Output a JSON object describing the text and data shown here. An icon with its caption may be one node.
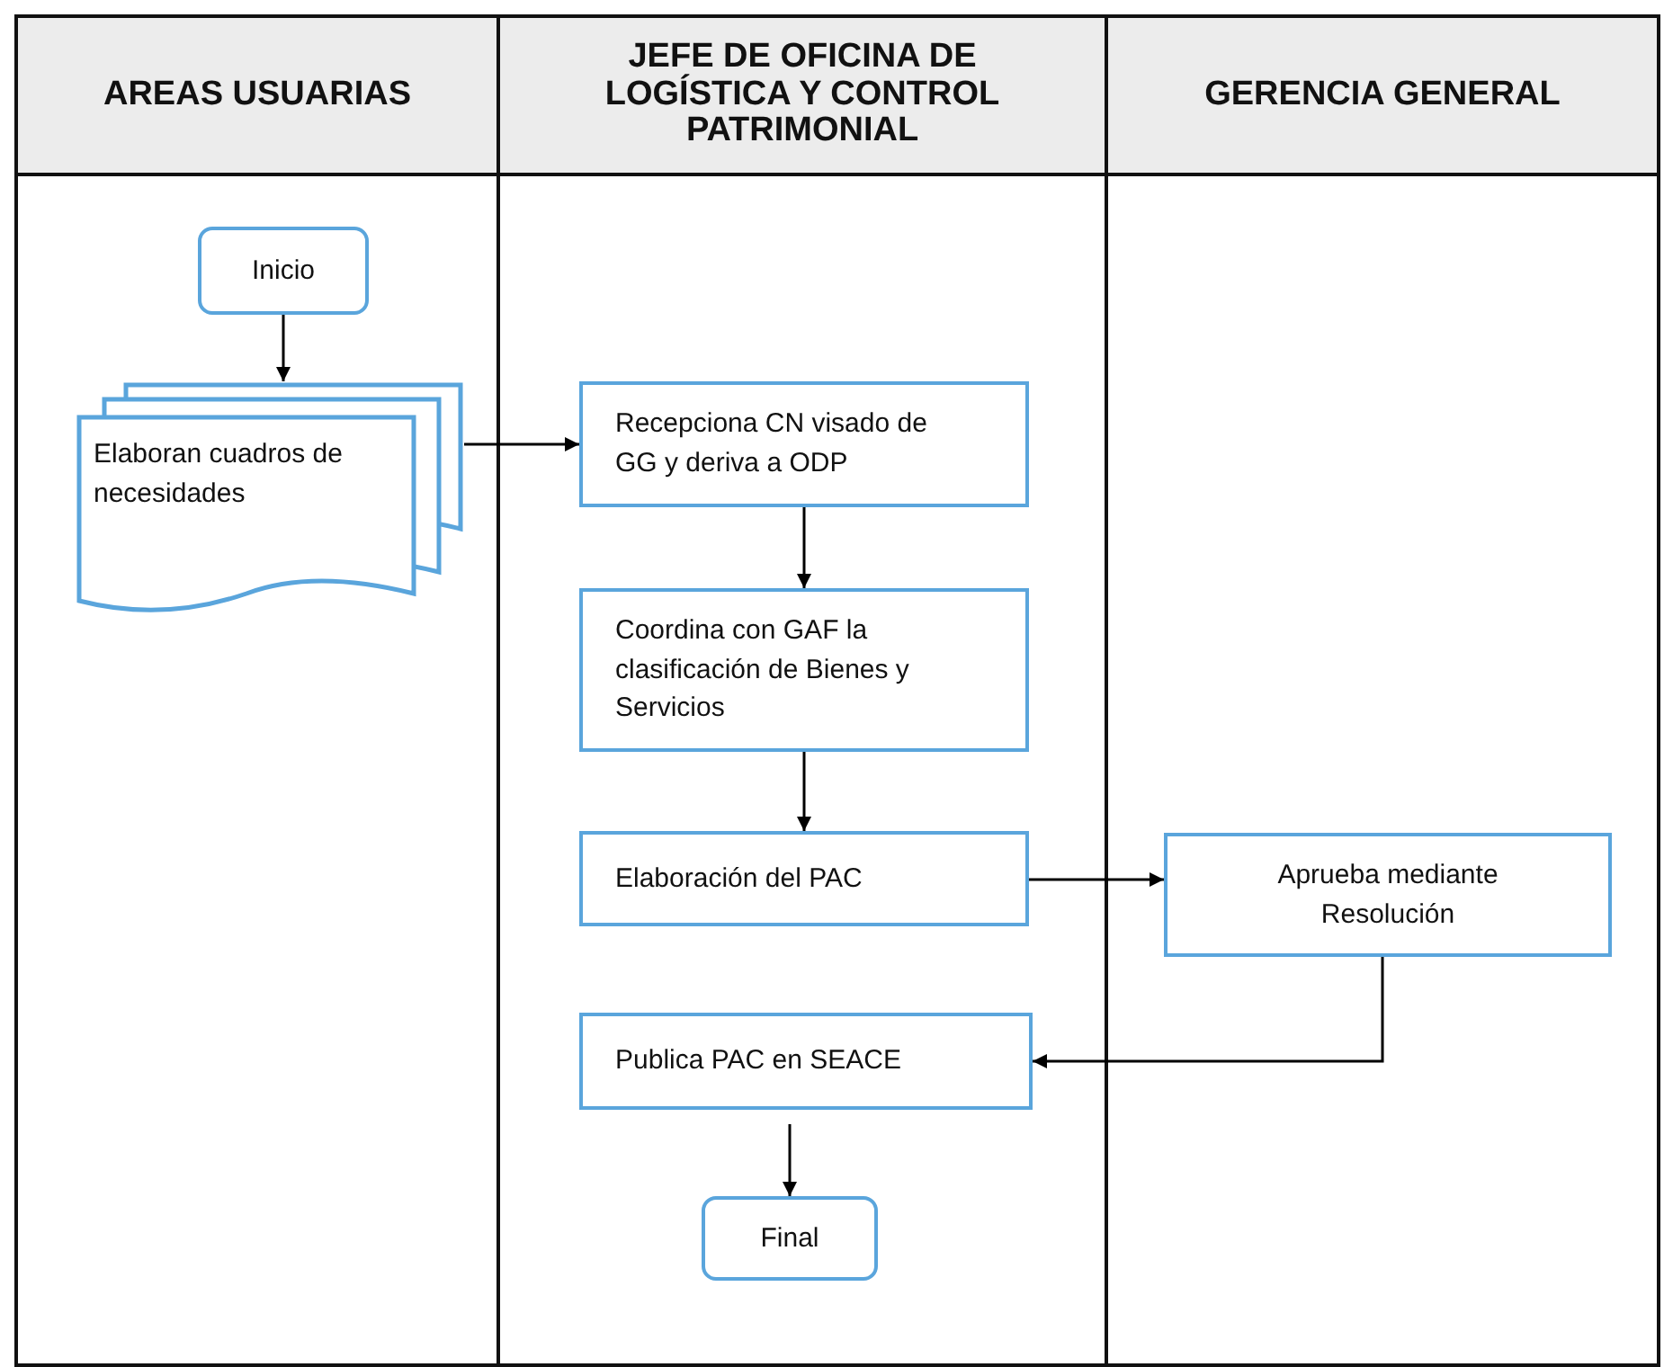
{
  "diagram": {
    "nodes": [
      {
        "text": [
          "AREAS USUARIAS"
        ]
      },
      {
        "text": [
          "JEFE DE OFICINA DE LOGÍSTICA Y CONTROL PATRIMONIAL"
        ]
      },
      {
        "text": [
          "GERENCIA GENERAL"
        ]
      },
      {
        "text": [
          "Inicio"
        ],
        "in": 0
      },
      {
        "text": [
          "Elaboran cuadros de necesidades"
        ],
        "in": 0
      },
      {
        "text": [
          "Recepciona CN visado de GG y deriva a ODP"
        ],
        "in": 1
      },
      {
        "text": [
          "Coordina con GAF la clasificación de Bienes y Servicios"
        ],
        "in": 1
      },
      {
        "text": [
          "Elaboración del PAC"
        ],
        "in": 1
      },
      {
        "text": [
          "Aprueba mediante Resolución"
        ],
        "in": 2
      },
      {
        "text": [
          "Publica PAC en SEACE"
        ],
        "in": 1
      },
      {
        "text": [
          "Final"
        ],
        "in": 1
      }
    ],
    "edges": [
      {
        "from": 3,
        "to": 4,
        "arrow": "to"
      },
      {
        "from": 4,
        "to": 5,
        "arrow": "to"
      },
      {
        "from": 5,
        "to": 6,
        "arrow": "to"
      },
      {
        "from": 6,
        "to": 7,
        "arrow": "to"
      },
      {
        "from": 7,
        "to": 8,
        "arrow": "to"
      },
      {
        "from": 8,
        "to": 9,
        "arrow": "to"
      },
      {
        "from": 9,
        "to": 10,
        "arrow": "to"
      }
    ]
  }
}
